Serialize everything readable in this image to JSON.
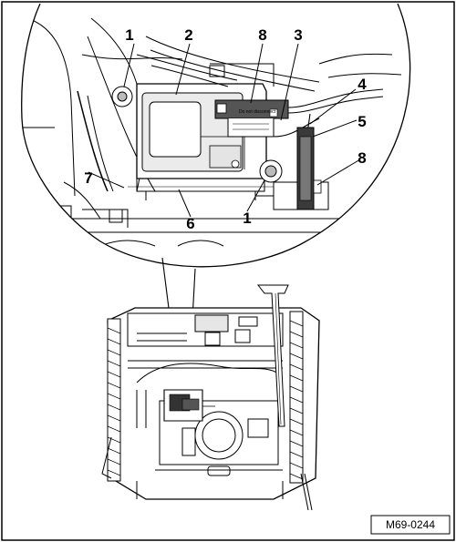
{
  "callouts": [
    "1",
    "2",
    "8",
    "3",
    "4",
    "5",
    "8",
    "7",
    "6",
    "1"
  ],
  "figure_id": "M69-0244",
  "connector_text": "Do not disconnect"
}
